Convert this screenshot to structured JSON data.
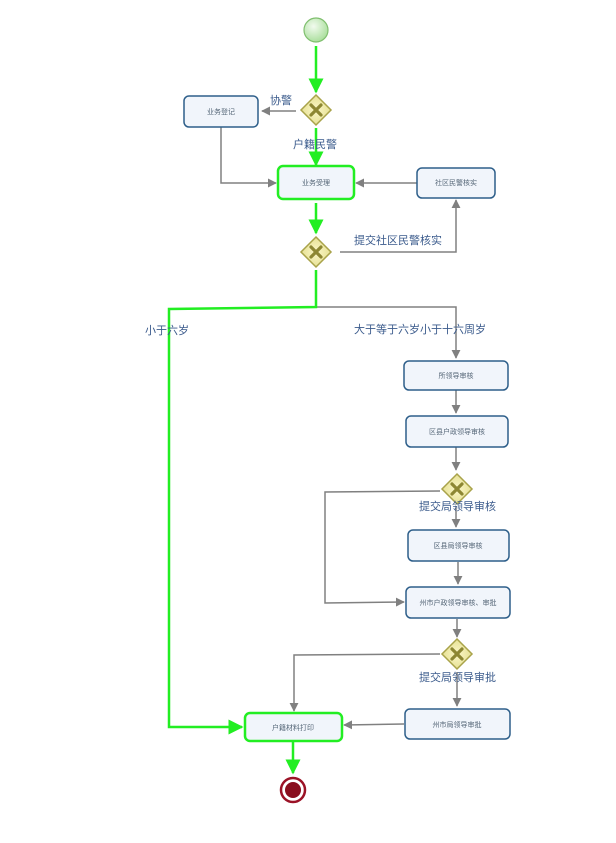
{
  "diagram": {
    "tasks": {
      "registration": "业务登记",
      "acceptance": "业务受理",
      "community_verify": "社区民警核实",
      "station_review": "所领导审核",
      "district_hukou_review": "区县户政领导审核",
      "district_bureau_review": "区县局领导审核",
      "city_hukou_review": "州市户政领导审核、审批",
      "city_bureau_review": "州市局领导审批",
      "print_materials": "户籍材料打印"
    },
    "flow_labels": {
      "assist_police": "协警",
      "hukou_police": "户籍民警",
      "submit_community_verify": "提交社区民警核实",
      "under_six": "小于六岁",
      "six_to_sixteen": "大于等于六岁小于十六周岁",
      "submit_bureau_review": "提交局领导审核",
      "submit_bureau_approval": "提交局领导审批"
    },
    "colors": {
      "active_flow": "#22ee22",
      "inactive_flow": "#808080",
      "task_border": "#2e5f8a",
      "task_fill": "#f1f5fb",
      "gateway": "#c8c35a",
      "start_event": "#b5e6a8",
      "end_event": "#9b1226"
    }
  }
}
